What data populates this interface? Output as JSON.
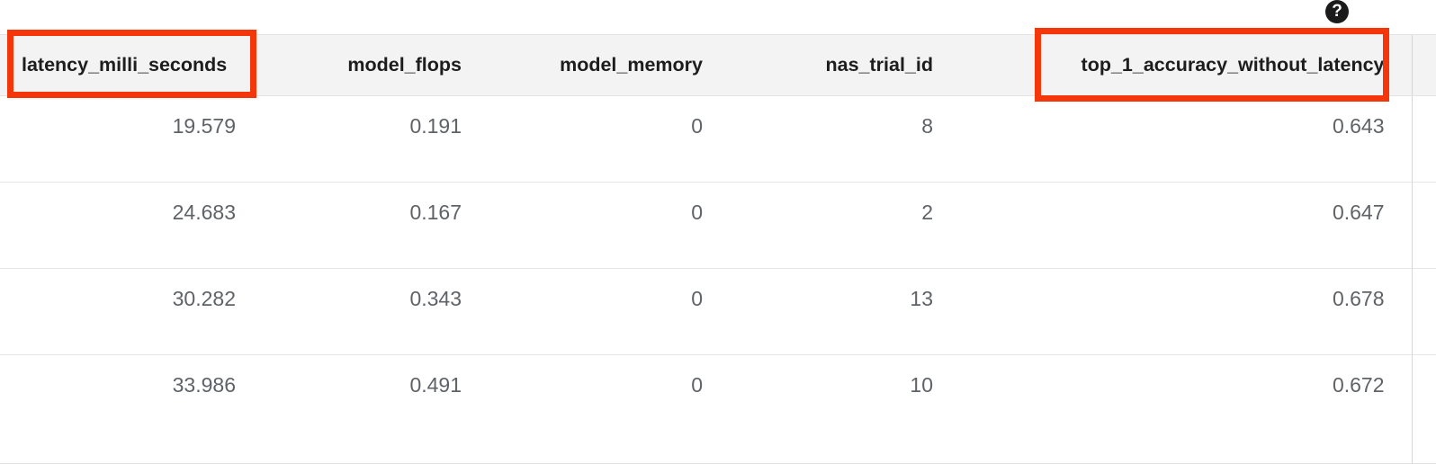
{
  "help": {
    "icon": "help-circle-icon",
    "glyph": "?"
  },
  "table": {
    "columns": [
      {
        "key": "latency_milli_seconds",
        "label": "latency_milli_seconds",
        "align": "left"
      },
      {
        "key": "model_flops",
        "label": "model_flops",
        "align": "right"
      },
      {
        "key": "model_memory",
        "label": "model_memory",
        "align": "right"
      },
      {
        "key": "nas_trial_id",
        "label": "nas_trial_id",
        "align": "right"
      },
      {
        "key": "top_1_accuracy_without_latency",
        "label": "top_1_accuracy_without_latency",
        "align": "right"
      }
    ],
    "rows": [
      {
        "latency_milli_seconds": "19.579",
        "model_flops": "0.191",
        "model_memory": "0",
        "nas_trial_id": "8",
        "top_1_accuracy_without_latency": "0.643"
      },
      {
        "latency_milli_seconds": "24.683",
        "model_flops": "0.167",
        "model_memory": "0",
        "nas_trial_id": "2",
        "top_1_accuracy_without_latency": "0.647"
      },
      {
        "latency_milli_seconds": "30.282",
        "model_flops": "0.343",
        "model_memory": "0",
        "nas_trial_id": "13",
        "top_1_accuracy_without_latency": "0.678"
      },
      {
        "latency_milli_seconds": "33.986",
        "model_flops": "0.491",
        "model_memory": "0",
        "nas_trial_id": "10",
        "top_1_accuracy_without_latency": "0.672"
      }
    ]
  },
  "annotations": [
    {
      "name": "highlight-latency-column-header",
      "color": "#f4360a"
    },
    {
      "name": "highlight-top1-accuracy-column-header",
      "color": "#f4360a"
    }
  ],
  "colors": {
    "annotation": "#f4360a",
    "header_bg": "#f3f3f3",
    "header_text": "#1d1d1d",
    "cell_text": "#5f6368",
    "row_divider": "#e6e6e6",
    "page_bg": "#ffffff"
  }
}
